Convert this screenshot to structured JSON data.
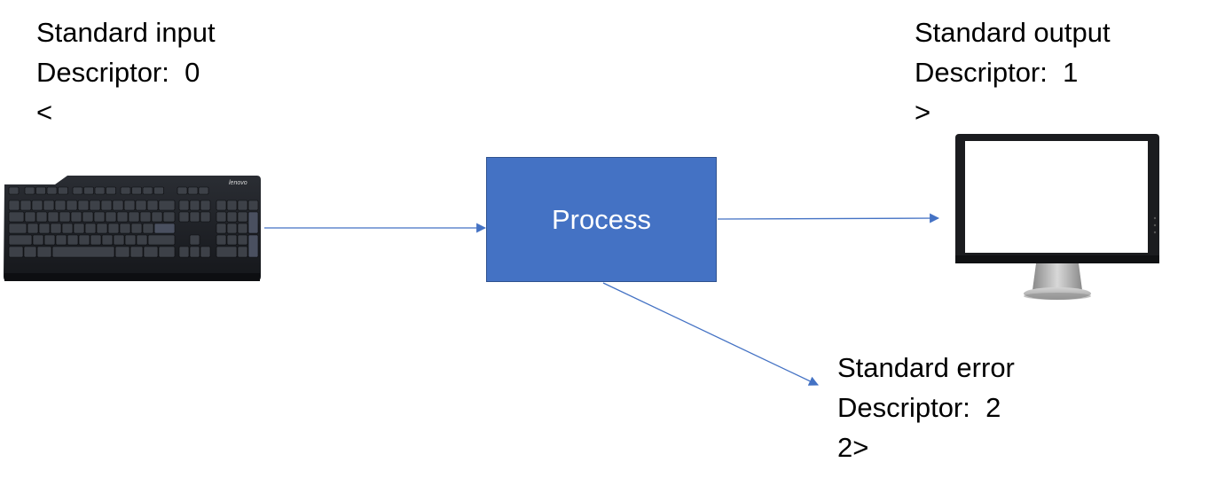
{
  "stdin": {
    "name": "Standard input",
    "descriptor": "Descriptor:  0",
    "operator": "<"
  },
  "stdout": {
    "name": "Standard output",
    "descriptor": "Descriptor:  1",
    "operator": ">"
  },
  "stderr": {
    "name": "Standard error",
    "descriptor": "Descriptor:  2",
    "operator": "2>"
  },
  "process": {
    "label": "Process"
  },
  "keyboard": {
    "brand": "lenovo",
    "icon": "keyboard-icon"
  },
  "monitor": {
    "icon": "monitor-icon"
  },
  "colors": {
    "process_fill": "#4472c4",
    "process_border": "#2f528f",
    "arrow": "#4472c4"
  }
}
